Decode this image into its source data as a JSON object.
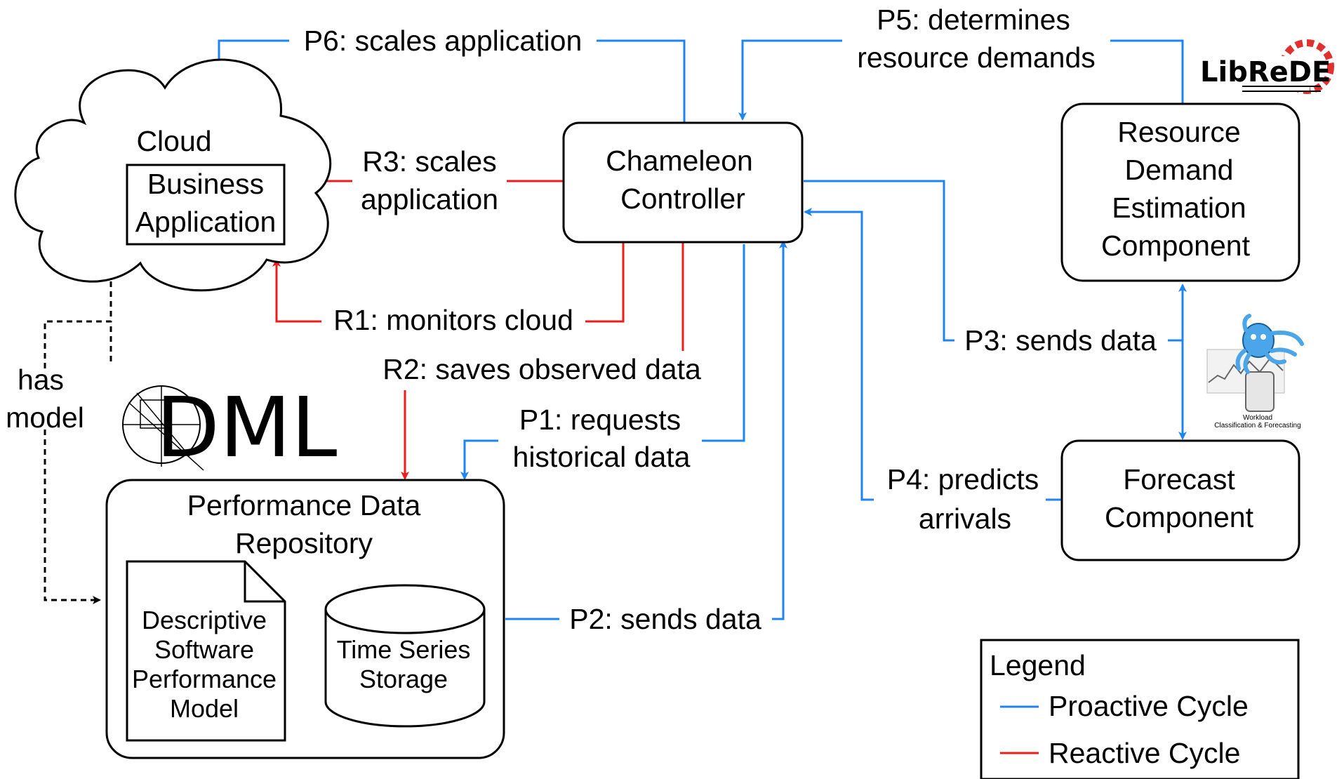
{
  "colors": {
    "proactive": "#1e84f2",
    "reactive": "#ee1c1c",
    "model": "#000000",
    "logo_red": "#e0312e"
  },
  "nodes": {
    "cloud": {
      "title": "Cloud",
      "app_line1": "Business",
      "app_line2": "Application"
    },
    "controller": {
      "line1": "Chameleon",
      "line2": "Controller"
    },
    "rde": {
      "line1": "Resource",
      "line2": "Demand",
      "line3": "Estimation",
      "line4": "Component"
    },
    "forecast": {
      "line1": "Forecast",
      "line2": "Component"
    },
    "repository": {
      "line1": "Performance Data",
      "line2": "Repository"
    },
    "model_doc": {
      "line1": "Descriptive",
      "line2": "Software",
      "line3": "Performance",
      "line4": "Model"
    },
    "storage": {
      "line1": "Time Series",
      "line2": "Storage"
    }
  },
  "edges": {
    "p1": {
      "line1": "P1: requests",
      "line2": "historical data",
      "cycle": "proactive"
    },
    "p2": {
      "line1": "P2: sends data",
      "cycle": "proactive"
    },
    "p3": {
      "line1": "P3: sends data",
      "cycle": "proactive"
    },
    "p4": {
      "line1": "P4: predicts",
      "line2": "arrivals",
      "cycle": "proactive"
    },
    "p5": {
      "line1": "P5: determines",
      "line2": "resource demands",
      "cycle": "proactive"
    },
    "p6": {
      "line1": "P6: scales application",
      "cycle": "proactive"
    },
    "r1": {
      "line1": "R1: monitors cloud",
      "cycle": "reactive"
    },
    "r2": {
      "line1": "R2: saves observed data",
      "cycle": "reactive"
    },
    "r3": {
      "line1": "R3: scales",
      "line2": "application",
      "cycle": "reactive"
    },
    "has_model": {
      "line1": "has",
      "line2": "model",
      "cycle": "model"
    }
  },
  "logos": {
    "librede": "LibReDE",
    "dml": "DML",
    "wcf_line1": "Workload",
    "wcf_line2": "Classification & Forecasting",
    "wcf_icon": "octopus-icon"
  },
  "legend": {
    "title": "Legend",
    "items": [
      {
        "label": "Proactive Cycle",
        "color": "#1e84f2"
      },
      {
        "label": "Reactive Cycle",
        "color": "#ee1c1c"
      }
    ]
  }
}
